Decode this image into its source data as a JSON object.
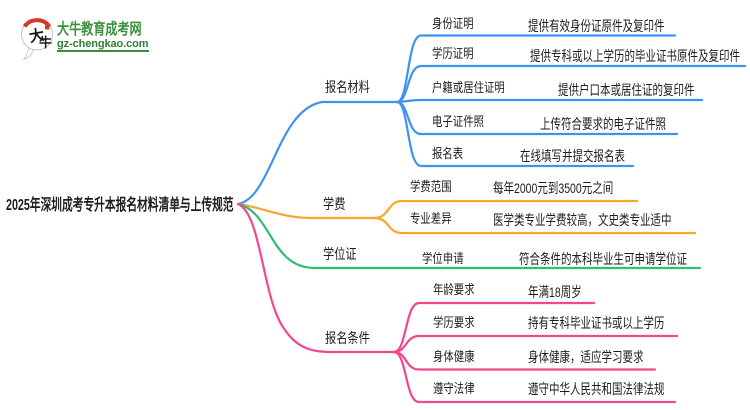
{
  "logo": {
    "icon_text": "大牛",
    "site_name": "大牛教育成考网",
    "site_url": "gz-chengkao.com",
    "brand_green": "#3a8f3d",
    "url_green": "#2f7d33",
    "icon_red": "#d2382e"
  },
  "root": {
    "title": "2025年深圳成考专升本报名材料清单与上传规范"
  },
  "branches": [
    {
      "label": "报名材料",
      "color": "#3E93F0",
      "children": [
        {
          "label": "身份证明",
          "desc": "提供有效身份证原件及复印件"
        },
        {
          "label": "学历证明",
          "desc": "提供专科或以上学历的毕业证书原件及复印件"
        },
        {
          "label": "户籍或居住证明",
          "desc": "提供户口本或居住证的复印件"
        },
        {
          "label": "电子证件照",
          "desc": "上传符合要求的电子证件照"
        },
        {
          "label": "报名表",
          "desc": "在线填写并提交报名表"
        }
      ]
    },
    {
      "label": "学费",
      "color": "#F7A72E",
      "children": [
        {
          "label": "学费范围",
          "desc": "每年2000元到3500元之间"
        },
        {
          "label": "专业差异",
          "desc": "医学类专业学费较高，文史类专业适中"
        }
      ]
    },
    {
      "label": "学位证",
      "color": "#2EBE76",
      "children": [
        {
          "label": "学位申请",
          "desc": "符合条件的本科毕业生可申请学位证"
        }
      ]
    },
    {
      "label": "报名条件",
      "color": "#F2478F",
      "children": [
        {
          "label": "年龄要求",
          "desc": "年满18周岁"
        },
        {
          "label": "学历要求",
          "desc": "持有专科毕业证书或以上学历"
        },
        {
          "label": "身体健康",
          "desc": "身体健康，适应学习要求"
        },
        {
          "label": "遵守法律",
          "desc": "遵守中华人民共和国法律法规"
        }
      ]
    }
  ]
}
